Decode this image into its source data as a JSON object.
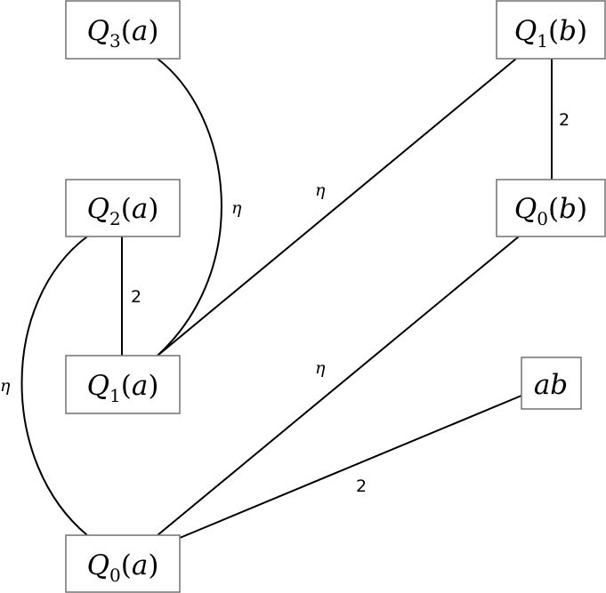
{
  "nodes": {
    "q3a": {
      "base": "Q",
      "sub": "3",
      "arg": "a",
      "color": "#000000"
    },
    "q1b": {
      "base": "Q",
      "sub": "1",
      "arg": "b",
      "color": "#000000"
    },
    "q2a": {
      "base": "Q",
      "sub": "2",
      "arg": "a",
      "color": "#000000"
    },
    "q0b": {
      "base": "Q",
      "sub": "0",
      "arg": "b",
      "color": "#0000ff"
    },
    "q1a": {
      "base": "Q",
      "sub": "1",
      "arg": "a",
      "color": "#000000"
    },
    "ab": {
      "text": "ab",
      "color": "#000000"
    },
    "q0a": {
      "base": "Q",
      "sub": "0",
      "arg": "a",
      "color": "#000000"
    }
  },
  "edges": {
    "q3a_q1a": {
      "from": "q3a",
      "to": "q1a",
      "label": "η"
    },
    "q1b_q1a": {
      "from": "q1b",
      "to": "q1a",
      "label": "η"
    },
    "q1b_q0b": {
      "from": "q1b",
      "to": "q0b",
      "label": "2"
    },
    "q2a_q1a": {
      "from": "q2a",
      "to": "q1a",
      "label": "2"
    },
    "q2a_q0a": {
      "from": "q2a",
      "to": "q0a",
      "label": "η"
    },
    "q0b_q0a": {
      "from": "q0b",
      "to": "q0a",
      "label": "η"
    },
    "ab_q0a": {
      "from": "ab",
      "to": "q0a",
      "label": "2"
    }
  }
}
